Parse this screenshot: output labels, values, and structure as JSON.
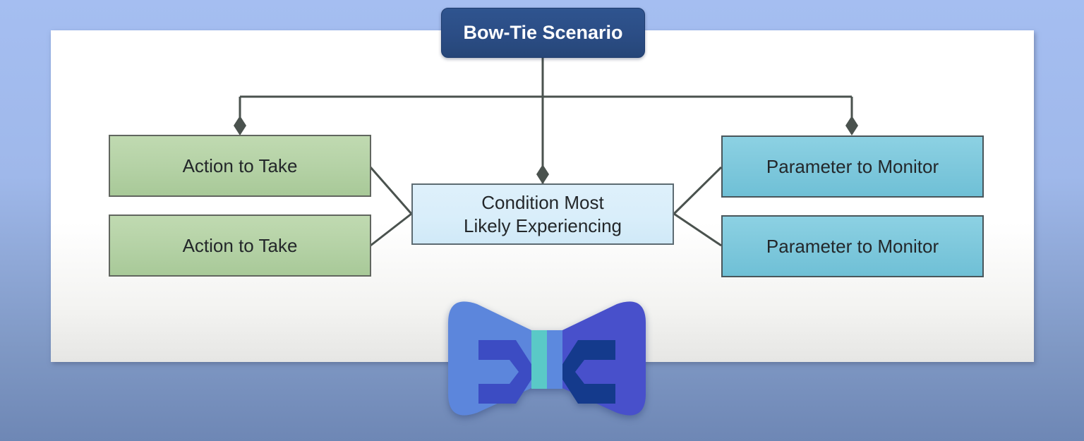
{
  "diagram": {
    "title": "Bow-Tie Scenario",
    "center_box": {
      "line1": "Condition Most",
      "line2": "Likely Experiencing"
    },
    "action_boxes": [
      {
        "label": "Action to Take"
      },
      {
        "label": "Action to Take"
      }
    ],
    "parameter_boxes": [
      {
        "label": "Parameter to Monitor"
      },
      {
        "label": "Parameter to Monitor"
      }
    ],
    "colors": {
      "title_bg": "#2b4d85",
      "title_text": "#ffffff",
      "action_bg": "#b5d2a6",
      "parameter_bg": "#7ec8dc",
      "center_bg": "#d9eefa",
      "connector_line": "#4a524e",
      "box_text": "#23272a",
      "panel_bg": "#ffffff",
      "background_top": "#a5bef1",
      "background_bottom": "#6e87b5"
    },
    "bowtie_icon": {
      "left_wing": "#5c86dc",
      "right_wing": "#4850cb",
      "left_fold": "#3c4cc3",
      "right_fold": "#143a8c",
      "knot_left": "#5ac9c7",
      "knot_right": "#5c89de"
    }
  }
}
